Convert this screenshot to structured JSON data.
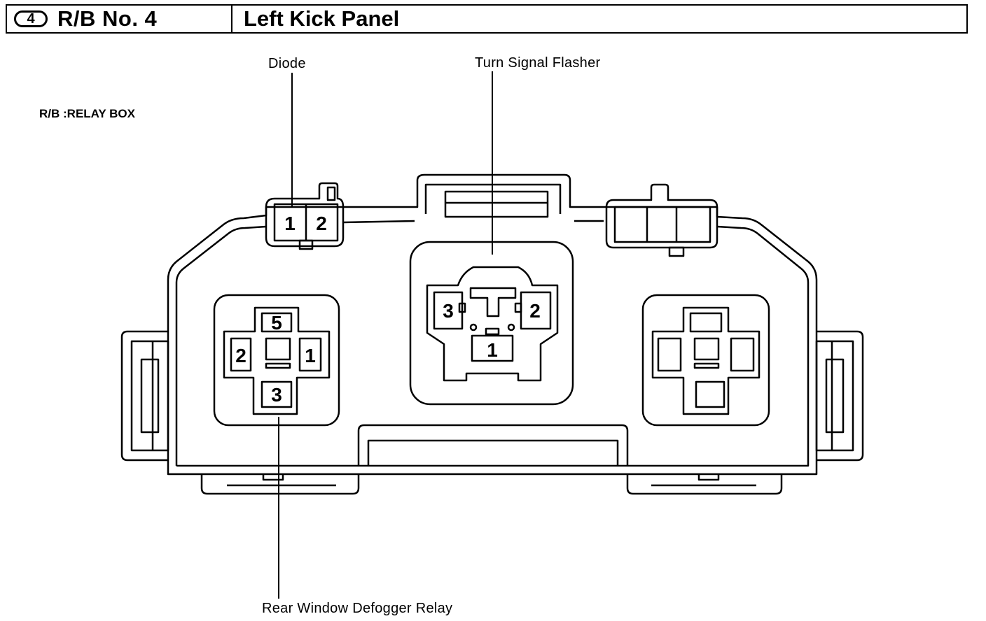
{
  "header": {
    "badge": "4",
    "relay_box_number": "R/B No. 4",
    "location": "Left Kick Panel"
  },
  "legend": {
    "text": "R/B :RELAY BOX"
  },
  "callouts": {
    "diode": "Diode",
    "turn_signal_flasher": "Turn Signal Flasher",
    "rear_window_defogger_relay": "Rear Window Defogger Relay"
  },
  "diode_connector": {
    "pins": [
      "1",
      "2"
    ]
  },
  "turn_signal_flasher_socket": {
    "pins": [
      "3",
      "2",
      "1"
    ]
  },
  "defogger_relay_socket": {
    "pins": [
      "5",
      "2",
      "1",
      "3"
    ]
  }
}
